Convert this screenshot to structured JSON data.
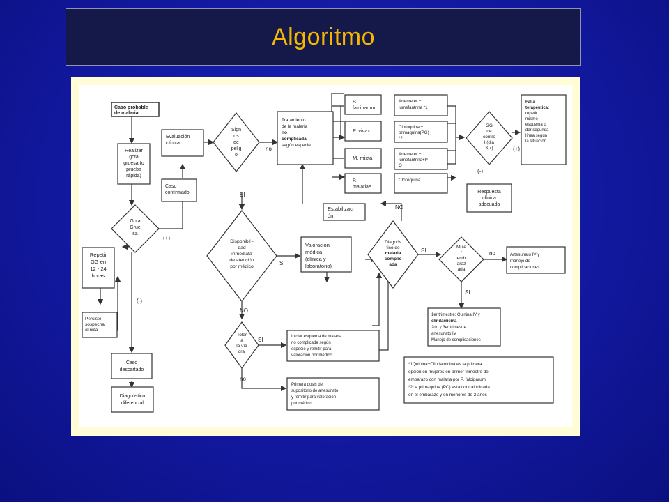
{
  "slide": {
    "title": "Algoritmo"
  },
  "flow": {
    "caso_probable": [
      "Caso probable",
      "de malaria"
    ],
    "realizar_gota": [
      "Realizar",
      "gota",
      "gruesa (o",
      "prueba",
      "rápida)"
    ],
    "evaluacion": [
      "Evaluación",
      "clínica"
    ],
    "caso_confirmado": [
      "Caso",
      "confirmado"
    ],
    "signos_peligro": [
      "Sign",
      "os",
      "de",
      "pelig",
      "o"
    ],
    "gota_gruesa": [
      "Gota",
      "Grue",
      "sa"
    ],
    "repetir_gg": [
      "Repetir",
      "GG en",
      "12 - 24",
      "horas"
    ],
    "persiste": [
      "Persiste",
      "sospecha",
      "clínica"
    ],
    "caso_descartado": [
      "Caso",
      "descartado"
    ],
    "diagnostico_diferencial": [
      "Diagnóstico",
      "diferencial"
    ],
    "tratamiento": [
      "Tratamiento",
      "de la malaria",
      "no",
      "complicada",
      "según especie"
    ],
    "p_falciparum": [
      "P.",
      "falciparum"
    ],
    "p_vivax": [
      "P. vivax"
    ],
    "m_mixta": [
      "M. mixta"
    ],
    "p_malariae": [
      "P.",
      "malariae"
    ],
    "tx_falciparum": [
      "Artemeter +",
      "lumefantrina *1"
    ],
    "tx_vivax": [
      "Cloroquina +",
      "primaquina(PG)",
      "*2"
    ],
    "tx_mixta": [
      "Artemeter +",
      "lumefantrina+P",
      "Q"
    ],
    "tx_malariae": [
      "Cloroquina"
    ],
    "gg_control": [
      "GG",
      "de",
      "contro",
      "l (dia",
      "3,7)"
    ],
    "falla_terapeutica": [
      "Falla",
      "terapéutica:",
      "repetir",
      "mismo",
      "esquema o",
      "dar segunda",
      "línea según",
      "la situación"
    ],
    "respuesta_clinica": [
      "Respuesta",
      "clínica",
      "adecuada"
    ],
    "estabilizacion": [
      "Estabilizaci",
      "ón"
    ],
    "disponibilidad": [
      "Disponibil -",
      "dad",
      "inmediata",
      "de atención",
      "por médico"
    ],
    "valoracion_medica": [
      "Valoración",
      "médica",
      "(clínica y",
      "laboratorio)"
    ],
    "diagnostico_complicada": [
      "Diagnós",
      "tico de",
      "malaria",
      "complic",
      "ada"
    ],
    "mujer_embarazada": [
      "Muje",
      "r",
      "emb",
      "araz",
      "ada"
    ],
    "artesunato": [
      "Artesunato IV y",
      "manejo de",
      "complicaciones"
    ],
    "trimestre_box": [
      "1er trimestre: Quinina IV y",
      "clindamicina",
      "2do y 3er trimestre:",
      "artesunato IV",
      "Manejo de complicaciones"
    ],
    "tolera_via_oral": [
      "Toler",
      "a",
      "la vía",
      "oral"
    ],
    "iniciar_esquema": [
      "Iniciar esquema de malaria",
      "no complicada según",
      "especie y remitir para",
      "valoración por médico"
    ],
    "primera_dosis": [
      "Primera dosis de",
      "supositorio de artesunato",
      "y remitir para valoración",
      "por médico"
    ],
    "footnote": [
      "*1Quinina+Clindamicina es la primera",
      "opción en mujeres en primer trimestre de",
      "embarazo con malaria por P. falciparum",
      "*2La primaquina (PC) está contraindicada",
      "en el embarazo y en menores de 2 años"
    ],
    "labels": {
      "no_1": "no",
      "plus_1": "(+)",
      "si_1": "SI",
      "plus_2": "(+)",
      "minus_1": "(-)",
      "minus_2": "(-)",
      "no_2": "NO",
      "si_2": "SI",
      "si_3": "SI",
      "no_3": "no",
      "si_4": "SI",
      "no_4": "NO",
      "si_5": "SI",
      "no_5": "no"
    }
  }
}
